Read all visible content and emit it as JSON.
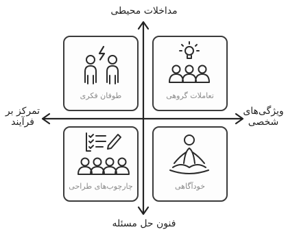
{
  "axes": {
    "top": "مداخلات محیطی",
    "bottom": "فنون حل مسئله",
    "left_line1": "تمرکز بر",
    "left_line2": "فرآیند",
    "right_line1": "ویژگی‌های",
    "right_line2": "شخصی"
  },
  "quadrants": {
    "top_left": {
      "caption": "طوفان فکری",
      "icon": "brainstorm-people-icon"
    },
    "top_right": {
      "caption": "تعاملات گروهی",
      "icon": "group-idea-icon"
    },
    "bottom_left": {
      "caption": "چارچوب‌های طراحی",
      "icon": "checklist-team-icon"
    },
    "bottom_right": {
      "caption": "خودآگاهی",
      "icon": "meditation-icon"
    }
  }
}
